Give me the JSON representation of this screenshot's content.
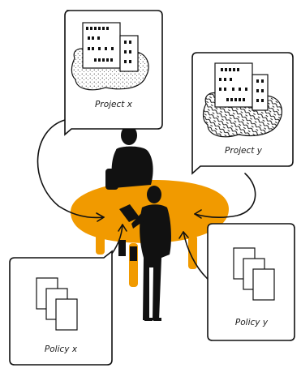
{
  "cards": {
    "project_x": {
      "label": "Project x",
      "icon": "building-icon"
    },
    "project_y": {
      "label": "Project y",
      "icon": "building-icon"
    },
    "policy_x": {
      "label": "Policy x",
      "icon": "documents-icon"
    },
    "policy_y": {
      "label": "Policy y",
      "icon": "documents-icon"
    }
  },
  "colors": {
    "table": "#f19a00",
    "ink": "#111111",
    "paper": "#ffffff"
  },
  "people": [
    {
      "name": "seated-person",
      "icon": "person-icon"
    },
    {
      "name": "standing-person-with-tablet",
      "icon": "person-icon"
    }
  ]
}
